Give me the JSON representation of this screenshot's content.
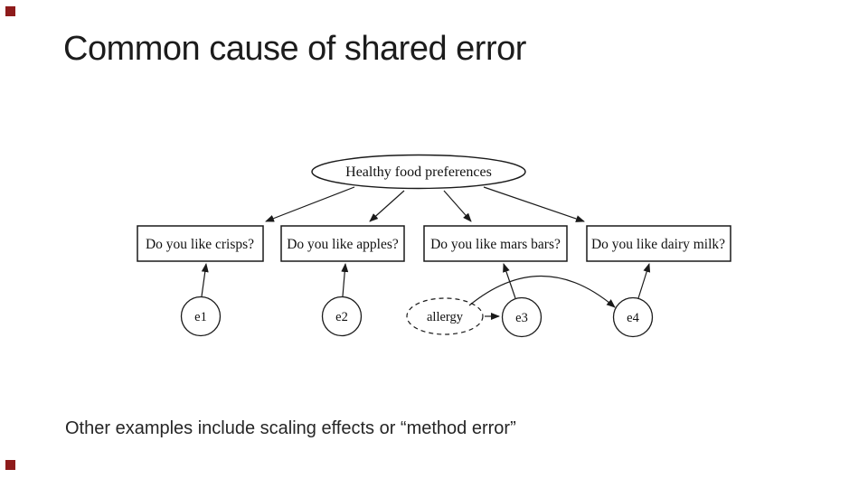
{
  "slide": {
    "title": "Common cause of shared error",
    "footer": "Other examples include scaling effects or “method error”",
    "accent_color": "#8e1b1b",
    "background_color": "#ffffff"
  },
  "diagram": {
    "latent": "Healthy food preferences",
    "questions": [
      "Do you like crisps?",
      "Do you like apples?",
      "Do you like mars bars?",
      "Do you like dairy milk?"
    ],
    "error_terms": [
      "e1",
      "e2",
      "e3",
      "e4"
    ],
    "shared_cause": "allergy",
    "stroke_color": "#1a1a1a"
  }
}
